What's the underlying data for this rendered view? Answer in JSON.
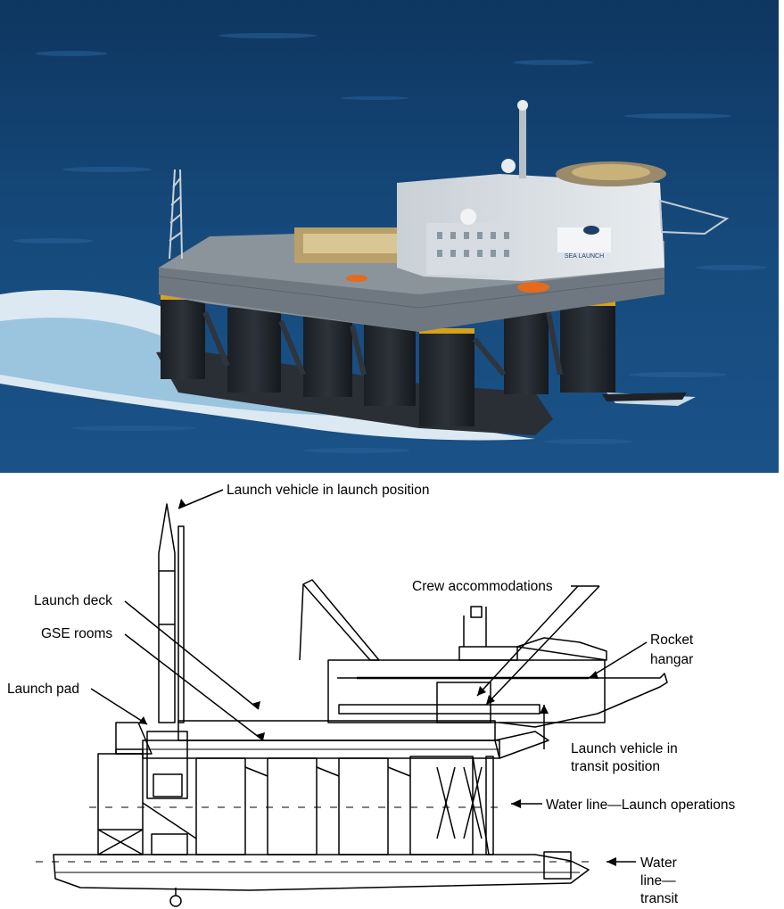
{
  "photo": {
    "platform_sign": "SEA LAUNCH"
  },
  "diagram": {
    "labels": {
      "launch_vehicle_launch": "Launch vehicle in launch position",
      "crew_accommodations": "Crew accommodations",
      "launch_deck": "Launch deck",
      "gse_rooms": "GSE rooms",
      "launch_pad": "Launch pad",
      "rocket_hangar_1": "Rocket",
      "rocket_hangar_2": "hangar",
      "launch_vehicle_transit_1": "Launch vehicle in",
      "launch_vehicle_transit_2": "transit position",
      "water_line_launch": "Water line—Launch operations",
      "water_line_transit_1": "Water",
      "water_line_transit_2": "line—",
      "water_line_transit_3": "transit"
    }
  }
}
